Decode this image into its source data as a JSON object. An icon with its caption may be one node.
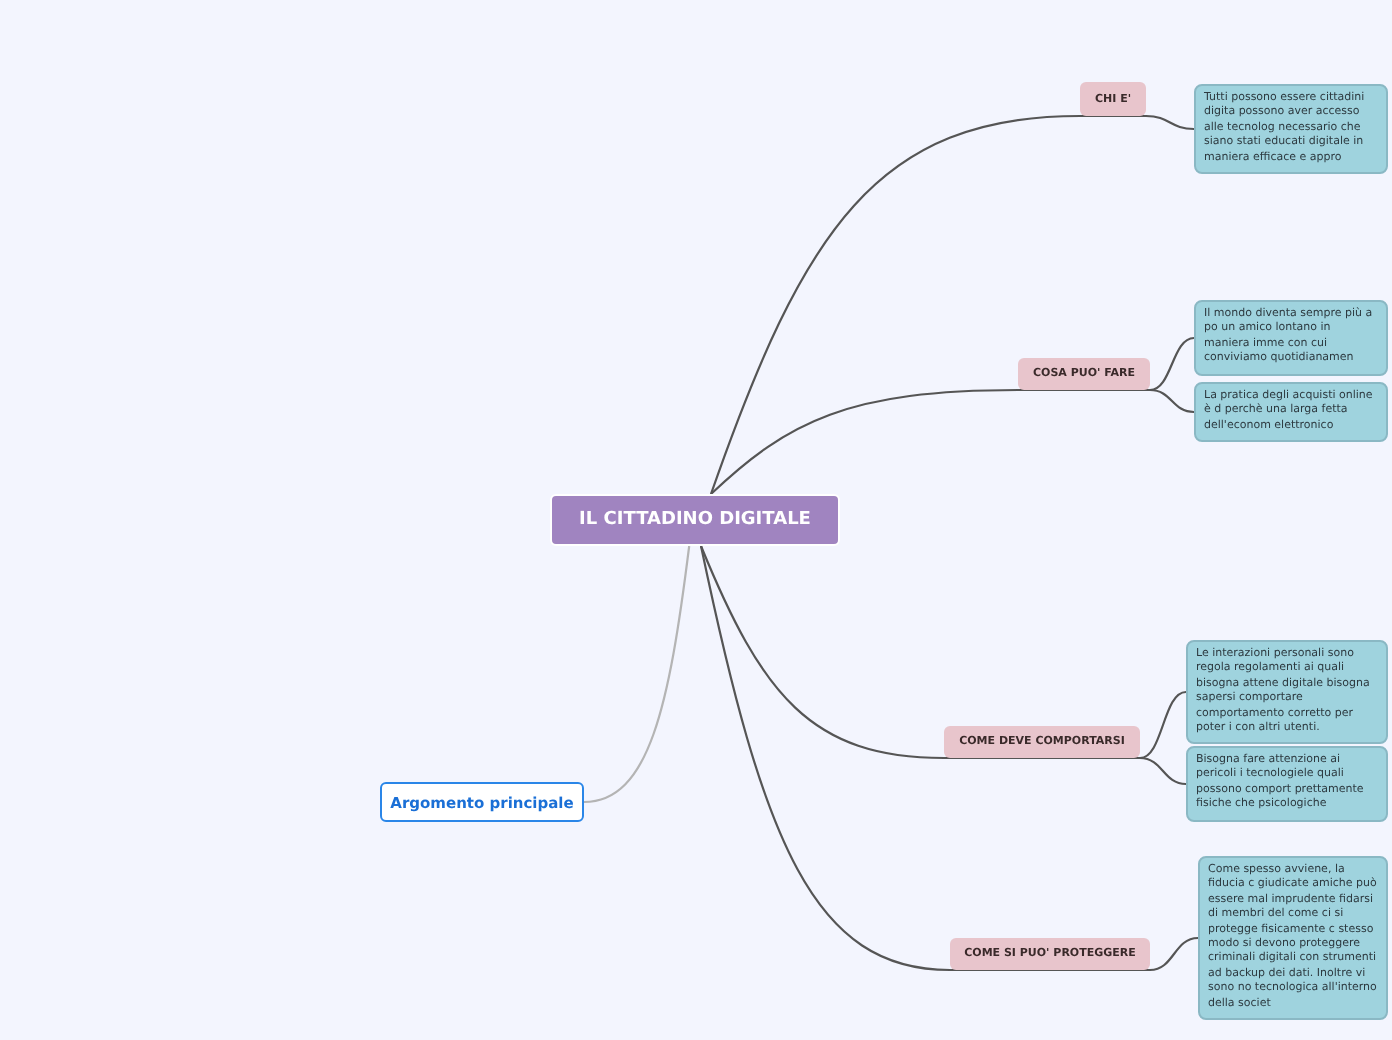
{
  "diagram": {
    "nodes": [
      {
        "text": [
          "IL CITTADINO DIGITALE"
        ]
      },
      {
        "text": [
          "CHI E'"
        ]
      },
      {
        "text": [
          "Tutti possono essere cittadini digita possono aver accesso alle tecnolog necessario che siano stati educati digitale in maniera efficace e appro"
        ]
      },
      {
        "text": [
          "COSA PUO' FARE"
        ]
      },
      {
        "text": [
          "Il mondo diventa sempre più a po un amico lontano in maniera imme con cui conviviamo quotidianamen"
        ]
      },
      {
        "text": [
          "La pratica degli acquisti online è d perchè una larga fetta dell'econom elettronico"
        ]
      },
      {
        "text": [
          "COME DEVE COMPORTARSI"
        ]
      },
      {
        "text": [
          "Le interazioni personali sono regola regolamenti ai quali bisogna attene digitale bisogna sapersi comportare comportamento corretto per poter i con altri utenti."
        ]
      },
      {
        "text": [
          "Bisogna fare attenzione ai pericoli i tecnologiele quali possono comport prettamente fisiche che psicologiche"
        ]
      },
      {
        "text": [
          "COME SI PUO' PROTEGGERE"
        ]
      },
      {
        "text": [
          "Come spesso avviene, la fiducia c giudicate amiche può essere mal imprudente fidarsi di membri del come ci si protegge fisicamente c stesso modo si devono proteggere criminali digitali con strumenti ad backup dei dati. Inoltre vi sono no tecnologica all'interno della societ"
        ]
      },
      {
        "text": [
          "Argomento principale"
        ]
      }
    ],
    "edges": [
      {
        "from": 0,
        "to": 1,
        "arrow": "none"
      },
      {
        "from": 1,
        "to": 2,
        "arrow": "none"
      },
      {
        "from": 0,
        "to": 3,
        "arrow": "none"
      },
      {
        "from": 3,
        "to": 4,
        "arrow": "none"
      },
      {
        "from": 3,
        "to": 5,
        "arrow": "none"
      },
      {
        "from": 0,
        "to": 6,
        "arrow": "none"
      },
      {
        "from": 6,
        "to": 7,
        "arrow": "none"
      },
      {
        "from": 6,
        "to": 8,
        "arrow": "none"
      },
      {
        "from": 0,
        "to": 9,
        "arrow": "none"
      },
      {
        "from": 9,
        "to": 10,
        "arrow": "none"
      },
      {
        "from": 0,
        "to": 11,
        "arrow": "none",
        "color": "#b4b4b4"
      }
    ]
  }
}
